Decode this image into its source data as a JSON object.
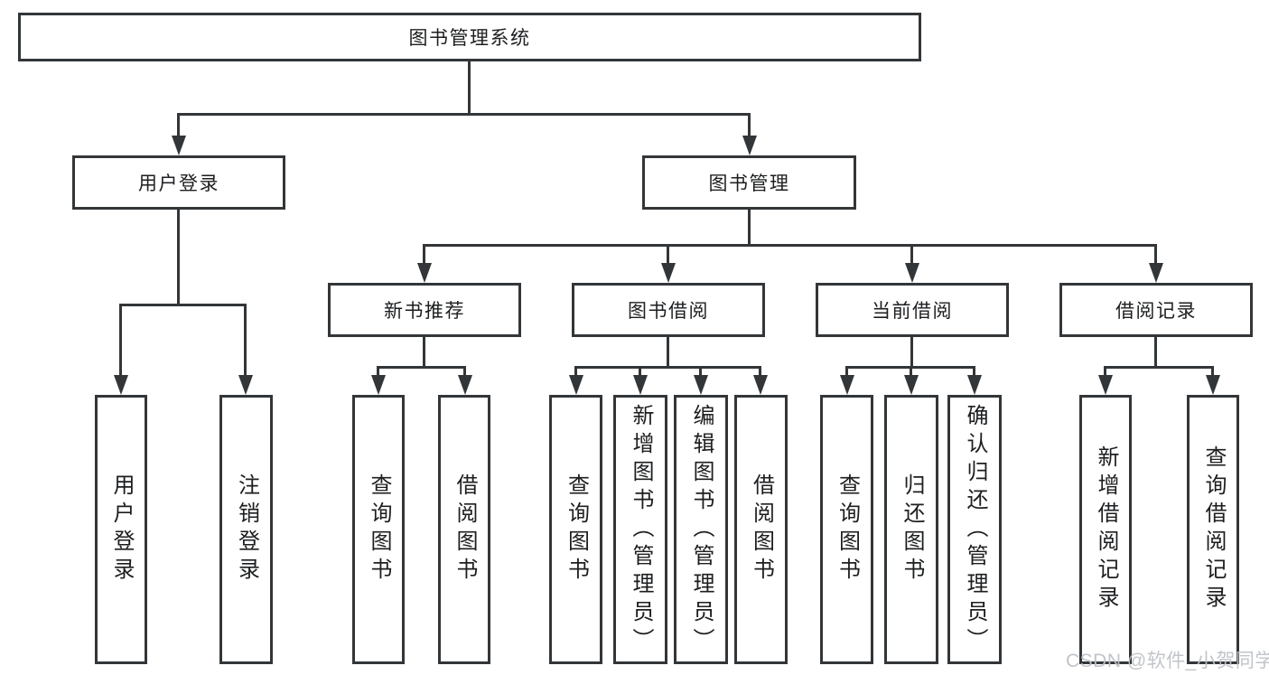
{
  "diagram": {
    "title": "图书管理系统",
    "root": {
      "label": "图书管理系统"
    },
    "level2": [
      {
        "label": "用户登录"
      },
      {
        "label": "图书管理"
      }
    ],
    "level3": [
      {
        "label": "新书推荐"
      },
      {
        "label": "图书借阅"
      },
      {
        "label": "当前借阅"
      },
      {
        "label": "借阅记录"
      }
    ],
    "leaves": {
      "user_login": [
        {
          "label": "用户登录"
        },
        {
          "label": "注销登录"
        }
      ],
      "new_book_recommend": [
        {
          "label": "查询图书"
        },
        {
          "label": "借阅图书"
        }
      ],
      "book_borrow": [
        {
          "label": "查询图书"
        },
        {
          "label": "新增图书（管理员）"
        },
        {
          "label": "编辑图书（管理员）"
        },
        {
          "label": "借阅图书"
        }
      ],
      "current_borrow": [
        {
          "label": "查询图书"
        },
        {
          "label": "归还图书"
        },
        {
          "label": "确认归还（管理员）"
        }
      ],
      "borrow_records": [
        {
          "label": "新增借阅记录"
        },
        {
          "label": "查询借阅记录"
        }
      ]
    }
  },
  "watermark": {
    "text": "CSDN @软件_小贺同学"
  },
  "colors": {
    "line": "#333638",
    "text": "#1c1e20",
    "background": "#ffffff",
    "watermark": "#bec1c6"
  }
}
